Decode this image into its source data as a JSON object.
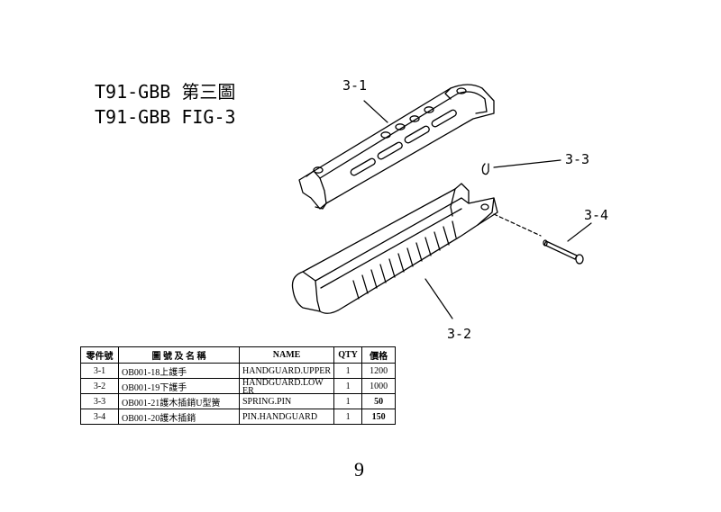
{
  "title": {
    "line1": "T91-GBB 第三圖",
    "line2": "T91-GBB FIG-3"
  },
  "callouts": {
    "c31": "3-1",
    "c32": "3-2",
    "c33": "3-3",
    "c34": "3-4"
  },
  "table": {
    "headers": [
      "零件號",
      "圖 號 及 名 稱",
      "NAME",
      "QTY",
      "價格"
    ],
    "rows": [
      {
        "no": "3-1",
        "code": "OB001-18上護手",
        "name": "HANDGUARD.UPPER",
        "qty": "1",
        "price": "1200"
      },
      {
        "no": "3-2",
        "code": "OB001-19下護手",
        "name": "HANDGUARD.LOWER",
        "qty": "1",
        "price": "1000"
      },
      {
        "no": "3-3",
        "code": "OB001-21護木插銷U型簧",
        "name": "SPRING.PIN",
        "qty": "1",
        "price": "50"
      },
      {
        "no": "3-4",
        "code": "OB001-20護木插銷",
        "name": "PIN.HANDGUARD",
        "qty": "1",
        "price": "150"
      }
    ]
  },
  "page_number": "9"
}
